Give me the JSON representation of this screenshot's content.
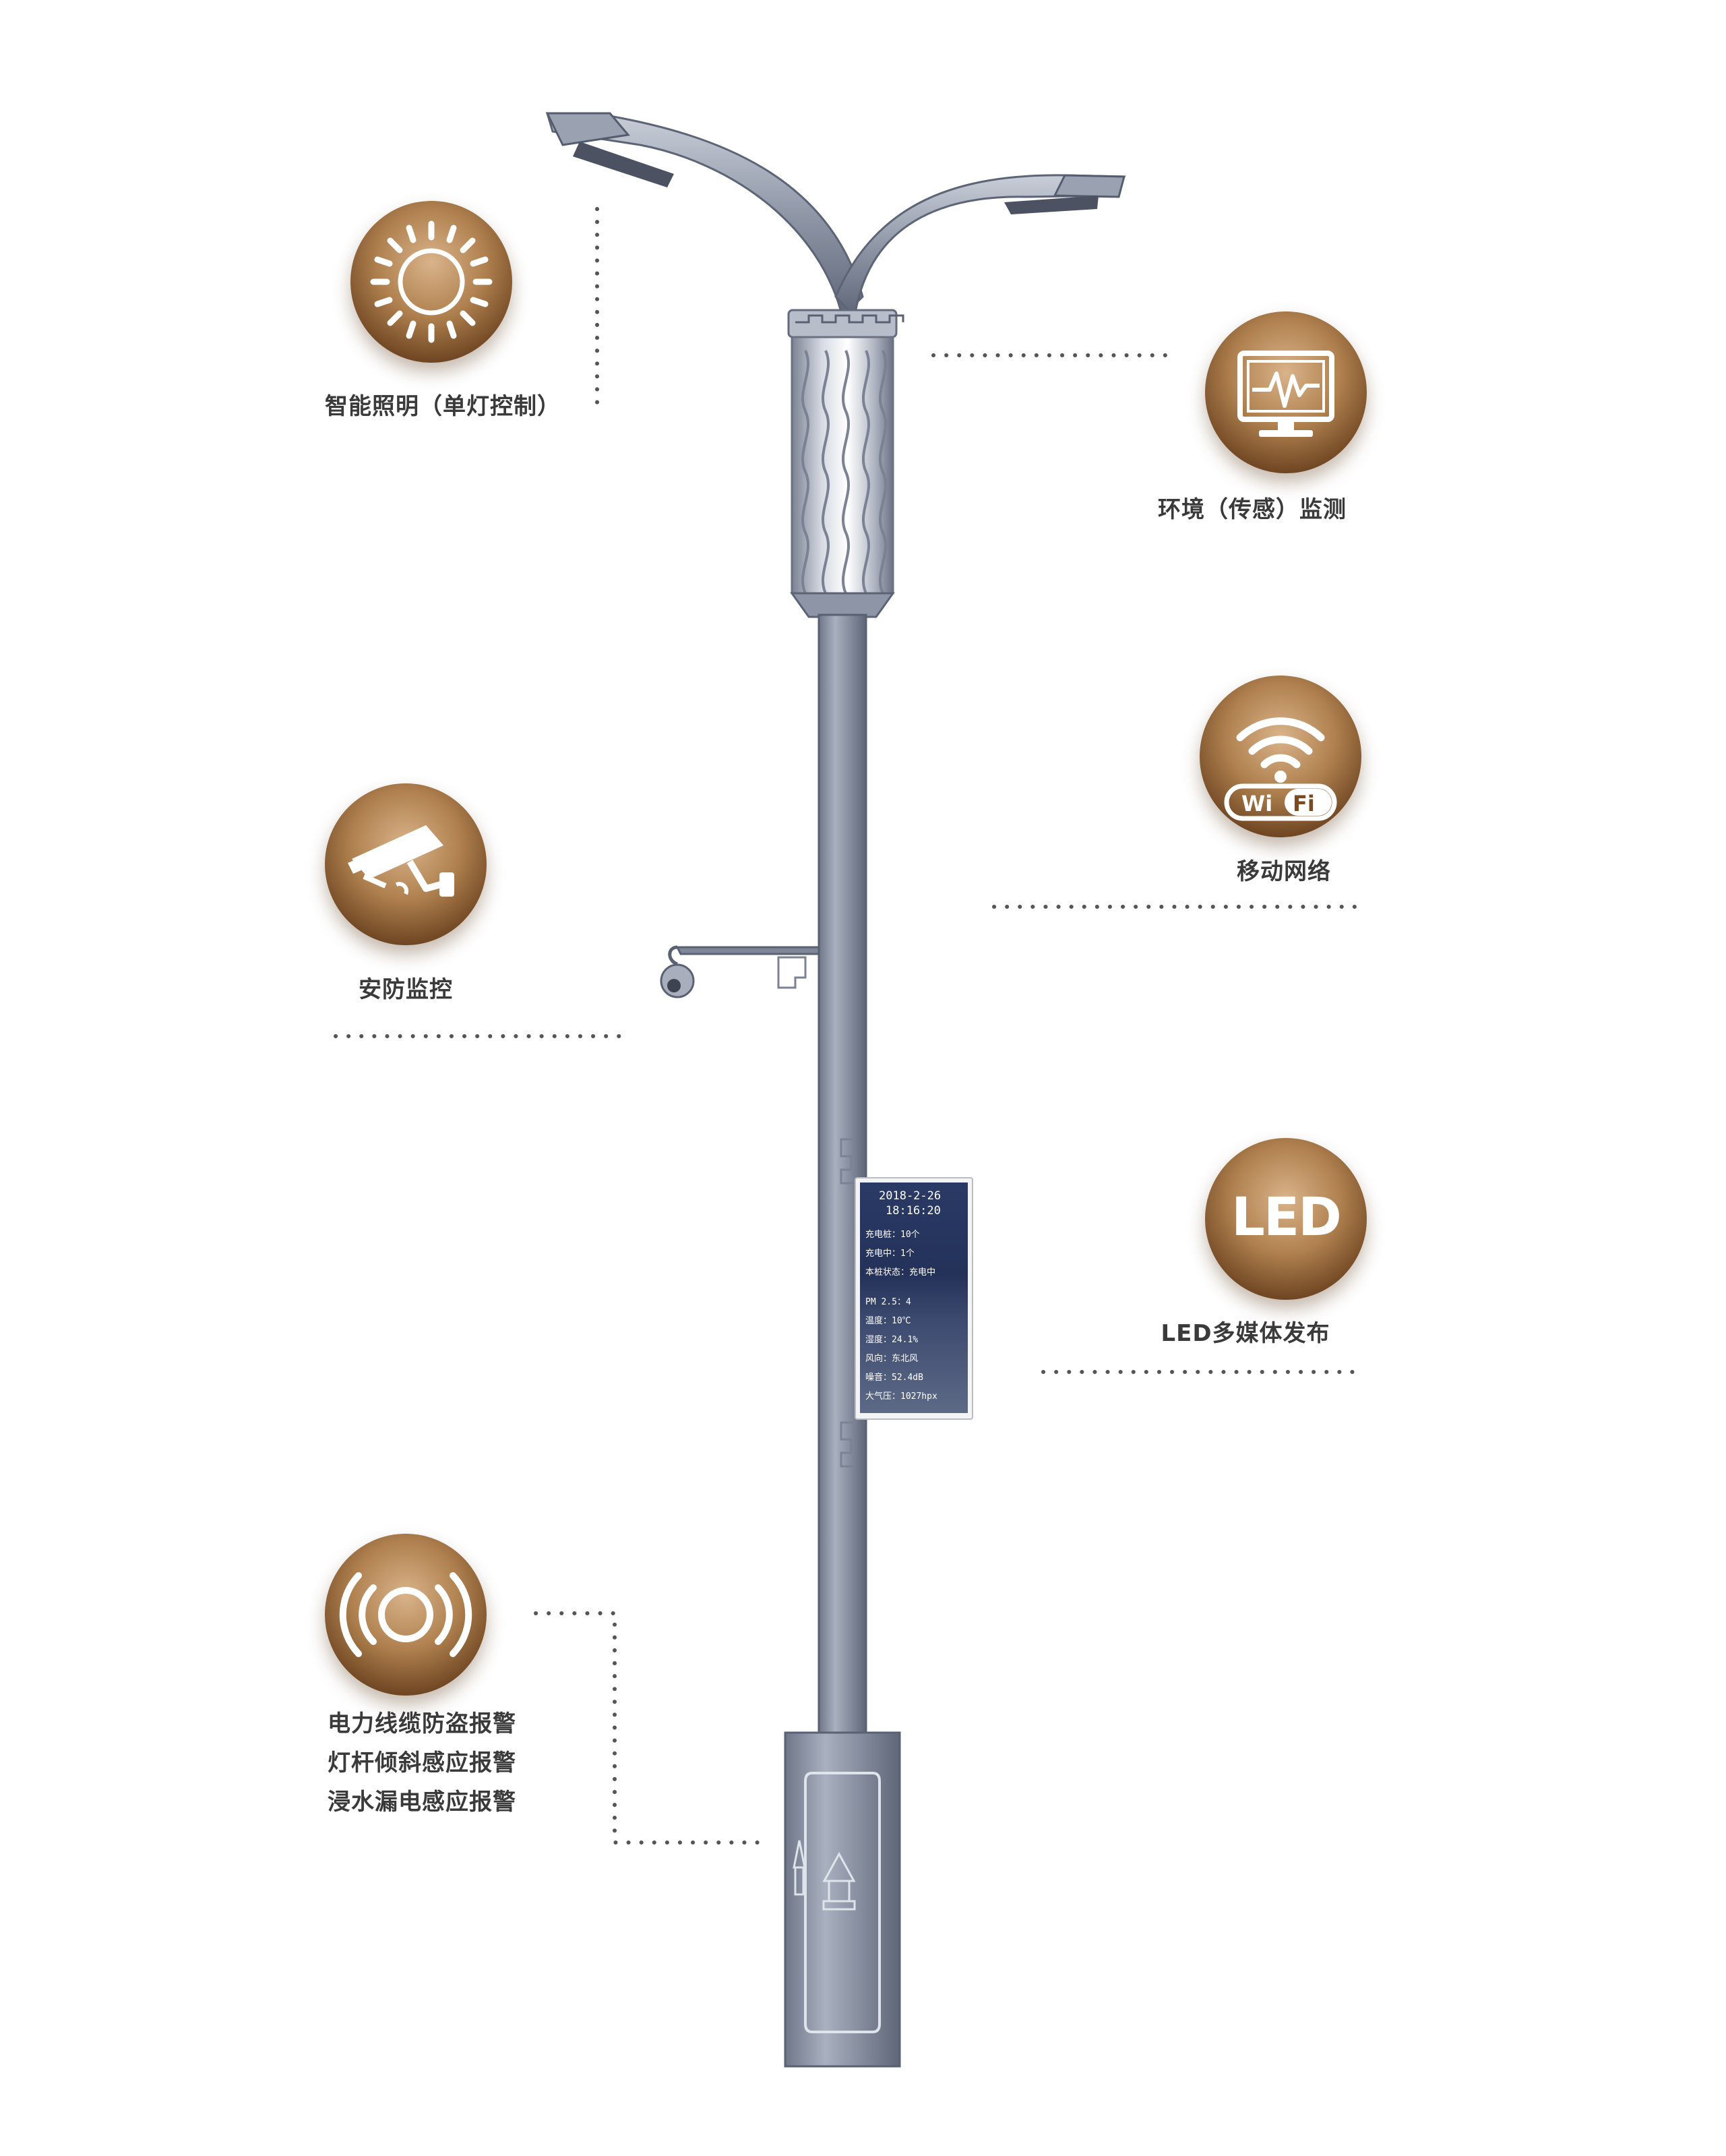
{
  "colors": {
    "badge": "#9a6a3a",
    "pole": "#8e97a8",
    "label": "#3a3a3a"
  },
  "features": [
    {
      "id": "smart-lighting",
      "icon": "sun-icon",
      "label": "智能照明（单灯控制）"
    },
    {
      "id": "environment",
      "icon": "monitor-waveform-icon",
      "label": "环境（传感）监测"
    },
    {
      "id": "mobile-network",
      "icon": "wifi-icon",
      "label": "移动网络"
    },
    {
      "id": "security",
      "icon": "cctv-camera-icon",
      "label": "安防监控"
    },
    {
      "id": "led-media",
      "icon": "led-icon",
      "label": "LED多媒体发布"
    },
    {
      "id": "alarms",
      "icon": "alarm-signal-icon",
      "lines": [
        "电力线缆防盗报警",
        "灯杆倾斜感应报警",
        "浸水漏电感应报警"
      ]
    }
  ],
  "badge_texts": {
    "wifi_word": "WiFi",
    "led_word": "LED"
  },
  "screen": {
    "date": "2018-2-26",
    "time": "18:16:20",
    "lines_top": [
      "充电桩：10个",
      "充电中：1个",
      "本桩状态：充电中"
    ],
    "lines_bottom": [
      "PM 2.5：4",
      "温度：10℃",
      "湿度：24.1%",
      "风向：东北风",
      "噪音：52.4dB",
      "大气压：1027hpx"
    ]
  }
}
